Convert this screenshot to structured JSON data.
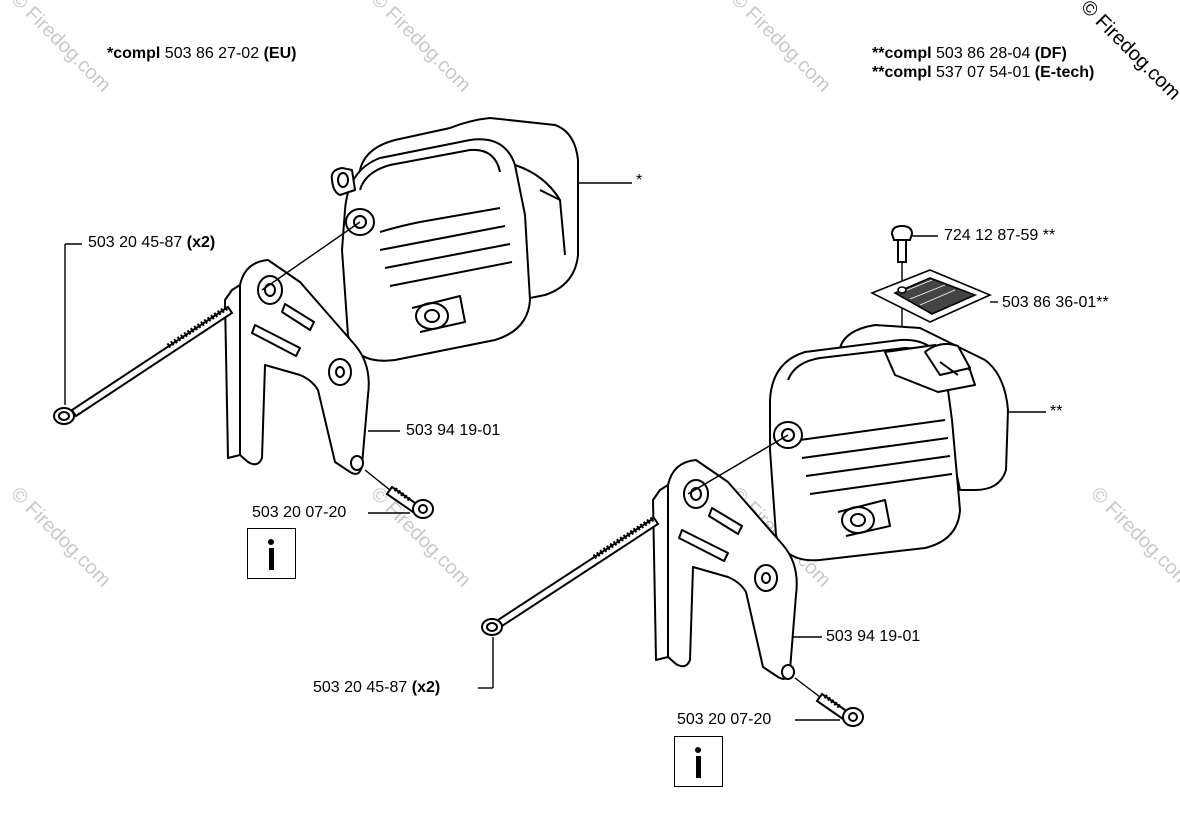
{
  "header_left": {
    "prefix": "*compl",
    "number": "503 86 27-02",
    "suffix": "(EU)"
  },
  "header_right": [
    {
      "prefix": "**compl",
      "number": "503 86 28-04",
      "suffix": "(DF)"
    },
    {
      "prefix": "**compl",
      "number": "537 07 54-01",
      "suffix": "(E-tech)"
    }
  ],
  "watermark": "© Firedog.com",
  "left_assembly": {
    "muffler_mark": "*",
    "bolt_long": {
      "number": "503 20 45-87",
      "qty": "(x2)"
    },
    "bracket": "503 94 19-01",
    "screw": "503 20 07-20",
    "info_icon": "info-icon"
  },
  "right_assembly": {
    "muffler_mark": "**",
    "small_screw": "724 12 87-59 **",
    "screen": "503 86 36-01**",
    "bolt_long": {
      "number": "503 20 45-87",
      "qty": "(x2)"
    },
    "bracket": "503 94 19-01",
    "screw": "503 20 07-20",
    "info_icon": "info-icon"
  }
}
